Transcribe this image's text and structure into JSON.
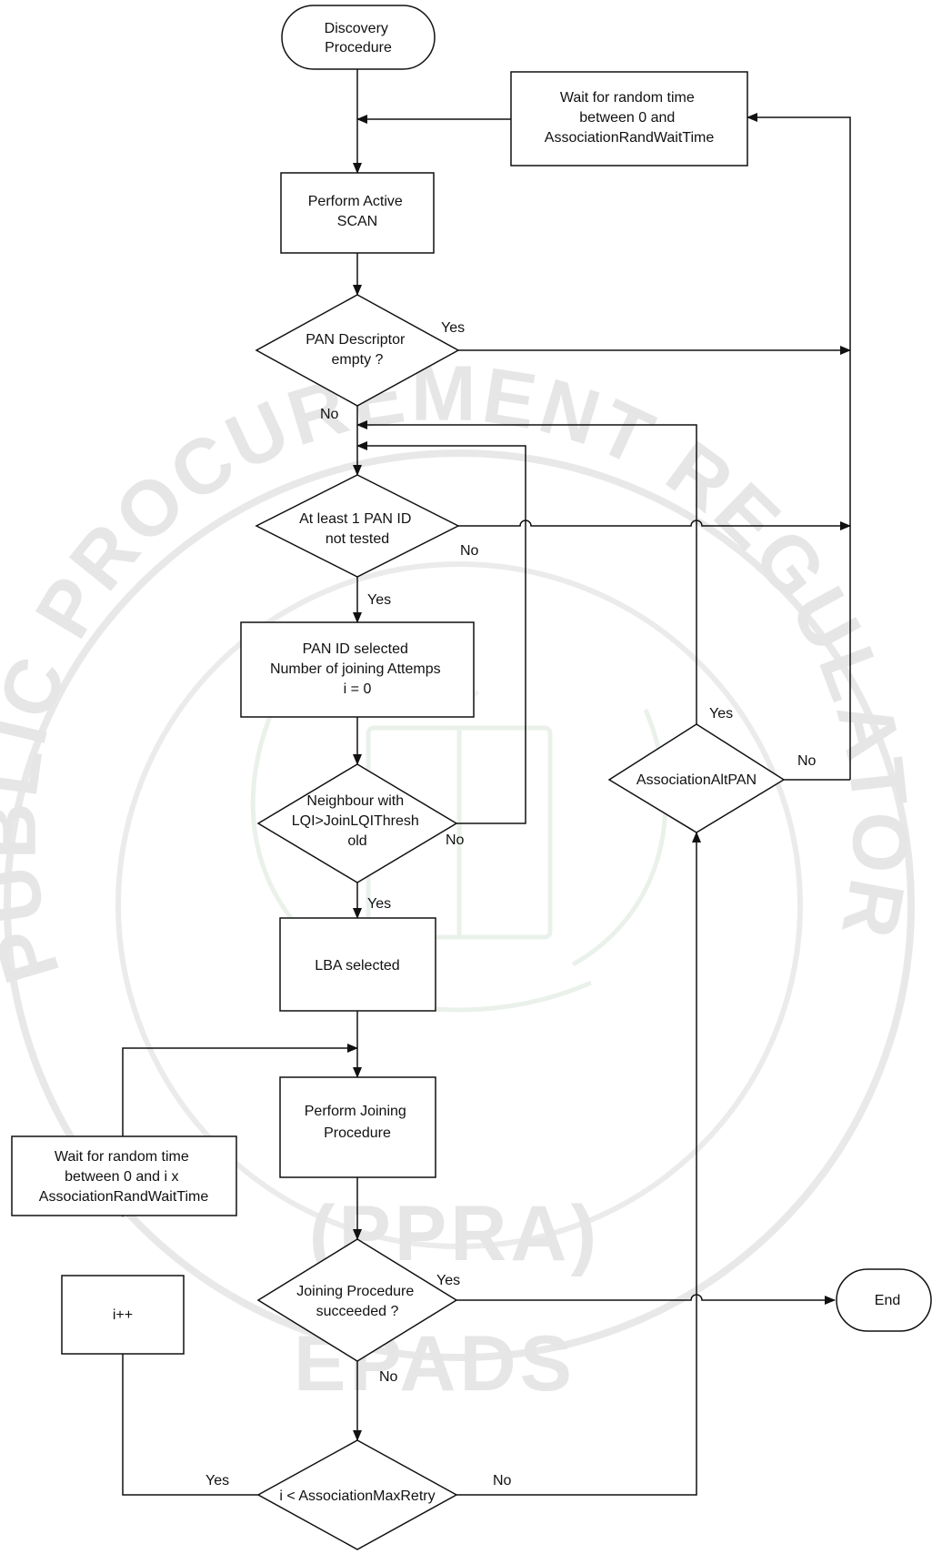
{
  "nodes": {
    "discovery_procedure": [
      "Discovery",
      "Procedure"
    ],
    "wait_random_top": [
      "Wait for random time",
      "between 0 and",
      "AssociationRandWaitTime"
    ],
    "perform_active_scan": [
      "Perform Active",
      "SCAN"
    ],
    "pan_descriptor_empty": [
      "PAN Descriptor",
      "empty ?"
    ],
    "at_least_one_pan": [
      "At least 1 PAN ID",
      "not tested"
    ],
    "pan_id_selected": [
      "PAN ID selected",
      "Number of joining Attemps",
      "i = 0"
    ],
    "neighbour_lqi": [
      "Neighbour with",
      "LQI>JoinLQIThresh",
      "old"
    ],
    "lba_selected": [
      "LBA selected"
    ],
    "perform_joining": [
      "Perform Joining",
      "Procedure"
    ],
    "wait_random_left": [
      "Wait for random time",
      "between 0 and  i x",
      "AssociationRandWaitTime"
    ],
    "joining_succeeded": [
      "Joining Procedure",
      "succeeded ?"
    ],
    "i_increment": [
      "i++"
    ],
    "i_less_max_retry": [
      "i < AssociationMaxRetry"
    ],
    "association_alt_pan": [
      "AssociationAltPAN"
    ],
    "end": [
      "End"
    ]
  },
  "labels": {
    "pan_empty_yes": "Yes",
    "pan_empty_no": "No",
    "pan_untested_no": "No",
    "pan_untested_yes": "Yes",
    "neighbour_no": "No",
    "neighbour_yes": "Yes",
    "alt_pan_yes": "Yes",
    "alt_pan_no": "No",
    "joining_yes": "Yes",
    "joining_no": "No",
    "retry_yes": "Yes",
    "retry_no": "No"
  },
  "watermark": {
    "seal_text": "PUBLIC PROCUREMENT REGULATORY AUTHORITY",
    "abbreviation": "(PPRA)",
    "system": "EPADS"
  }
}
